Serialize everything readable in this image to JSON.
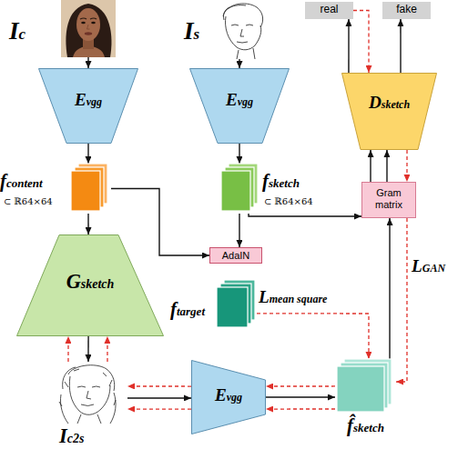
{
  "diagram": {
    "nodes": [
      {
        "text": [
          "Ic"
        ]
      },
      {
        "text": [
          "Is"
        ]
      },
      {
        "text": [
          "real"
        ]
      },
      {
        "text": [
          "fake"
        ]
      },
      {
        "text": [
          "Evgg"
        ]
      },
      {
        "text": [
          "Evgg"
        ]
      },
      {
        "text": [
          "Dsketch"
        ]
      },
      {
        "text": [
          "fcontent",
          "⊂ ℝ64×64"
        ]
      },
      {
        "text": [
          "fsketch",
          "⊂ ℝ64×64"
        ]
      },
      {
        "text": [
          "Gram matrix"
        ]
      },
      {
        "text": [
          "Gsketch"
        ]
      },
      {
        "text": [
          "AdaIN"
        ]
      },
      {
        "text": [
          "ftarget"
        ]
      },
      {
        "text": [
          "Ic2s"
        ]
      },
      {
        "text": [
          "Evgg"
        ]
      },
      {
        "text": [
          "f̂sketch"
        ]
      }
    ],
    "edges": [
      {
        "from": 0,
        "to": 4,
        "arrow": "to"
      },
      {
        "from": 1,
        "to": 5,
        "arrow": "to"
      },
      {
        "from": 4,
        "to": 7,
        "arrow": "to"
      },
      {
        "from": 5,
        "to": 8,
        "arrow": "to"
      },
      {
        "from": 7,
        "to": 10,
        "arrow": "to"
      },
      {
        "from": 7,
        "to": 11,
        "arrow": "to"
      },
      {
        "from": 8,
        "to": 11,
        "arrow": "to"
      },
      {
        "from": 8,
        "to": 9,
        "arrow": "to"
      },
      {
        "from": 9,
        "to": 6,
        "arrow": "to"
      },
      {
        "from": 9,
        "to": 6,
        "arrow": "to"
      },
      {
        "from": 6,
        "to": 2,
        "arrow": "to"
      },
      {
        "from": 6,
        "to": 3,
        "arrow": "to"
      },
      {
        "from": 2,
        "to": 6,
        "arrow": "to"
      },
      {
        "from": 6,
        "to": 9,
        "arrow": "to"
      },
      {
        "from": 9,
        "to": 15,
        "arrow": "to",
        "label": "LGAN"
      },
      {
        "from": 15,
        "to": 9,
        "arrow": "to"
      },
      {
        "from": 12,
        "to": 15,
        "arrow": "to",
        "label": "Lmean square"
      },
      {
        "from": 10,
        "to": 13,
        "arrow": "to"
      },
      {
        "from": 13,
        "to": 10,
        "arrow": "to"
      },
      {
        "from": 13,
        "to": 10,
        "arrow": "to"
      },
      {
        "from": 13,
        "to": 14,
        "arrow": "to"
      },
      {
        "from": 14,
        "to": 13,
        "arrow": "to"
      },
      {
        "from": 14,
        "to": 13,
        "arrow": "to"
      },
      {
        "from": 14,
        "to": 15,
        "arrow": "to"
      },
      {
        "from": 15,
        "to": 14,
        "arrow": "to"
      },
      {
        "from": 15,
        "to": 14,
        "arrow": "to"
      }
    ]
  }
}
